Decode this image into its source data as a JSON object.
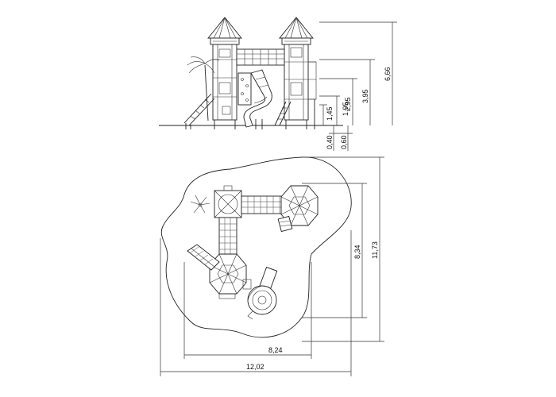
{
  "elevation": {
    "dimensions": {
      "total_height": "6,66",
      "deck_high": "3,95",
      "deck_mid": "2,95",
      "deck_low_a": "1,95",
      "deck_low_b": "1,45",
      "base_a": "0,40",
      "base_b": "0,60"
    }
  },
  "plan": {
    "dimensions": {
      "inner_width": "8,24",
      "outer_width": "12,02",
      "inner_depth": "8,34",
      "outer_depth": "11,73"
    }
  },
  "colors": {
    "line": "#222222",
    "background": "#ffffff"
  }
}
